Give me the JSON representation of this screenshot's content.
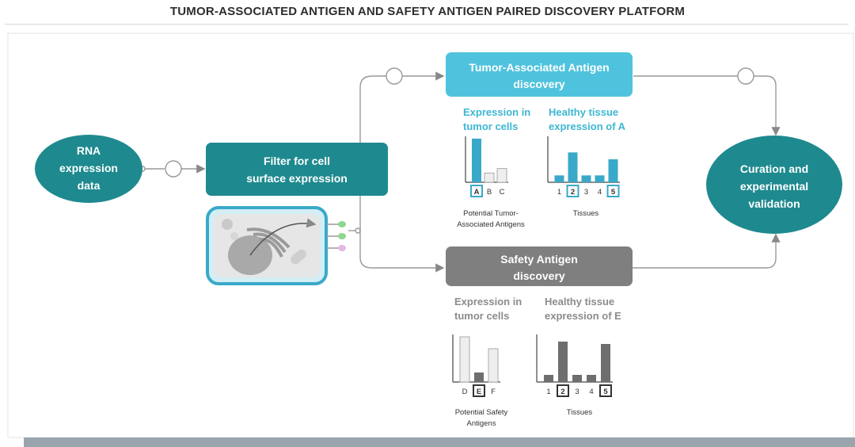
{
  "title": "TUMOR-ASSOCIATED ANTIGEN AND SAFETY ANTIGEN PAIRED DISCOVERY PLATFORM",
  "nodes": {
    "rna": [
      "RNA",
      "expression",
      "data"
    ],
    "filter": [
      "Filter for cell",
      "surface expression"
    ],
    "taa": [
      "Tumor-Associated Antigen",
      "discovery"
    ],
    "safety": [
      "Safety Antigen",
      "discovery"
    ],
    "curation": [
      "Curation and",
      "experimental",
      "validation"
    ]
  },
  "taa_panel": {
    "left_heading": [
      "Expression in",
      "tumor cells"
    ],
    "right_heading": [
      "Healthy tissue",
      "expression of A"
    ],
    "left_categories": [
      "A",
      "B",
      "C"
    ],
    "left_values": [
      0.95,
      0.2,
      0.3
    ],
    "left_highlight": "A",
    "left_caption": [
      "Potential Tumor-",
      "Associated Antigens"
    ],
    "right_categories": [
      "1",
      "2",
      "3",
      "4",
      "5"
    ],
    "right_values": [
      0.15,
      0.65,
      0.15,
      0.15,
      0.5
    ],
    "right_highlight": [
      "2",
      "5"
    ],
    "right_caption": "Tissues"
  },
  "safety_panel": {
    "left_heading": [
      "Expression in",
      "tumor cells"
    ],
    "right_heading": [
      "Healthy tissue",
      "expression of E"
    ],
    "left_categories": [
      "D",
      "E",
      "F"
    ],
    "left_values": [
      0.95,
      0.2,
      0.7
    ],
    "left_highlight": "E",
    "left_caption": [
      "Potential Safety",
      "Antigens"
    ],
    "right_categories": [
      "1",
      "2",
      "3",
      "4",
      "5"
    ],
    "right_values": [
      0.15,
      0.85,
      0.15,
      0.15,
      0.8
    ],
    "right_highlight": [
      "2",
      "5"
    ],
    "right_caption": "Tissues"
  },
  "colors": {
    "dark_teal": "#1e8a8f",
    "light_teal": "#4fc3dd",
    "gray_box": "#7f7f7f",
    "teal_bar": "#3aa9c9",
    "dark_bar": "#6e6e6e",
    "light_bar": "#eeeeee"
  },
  "icons": [
    "cell-icon"
  ]
}
